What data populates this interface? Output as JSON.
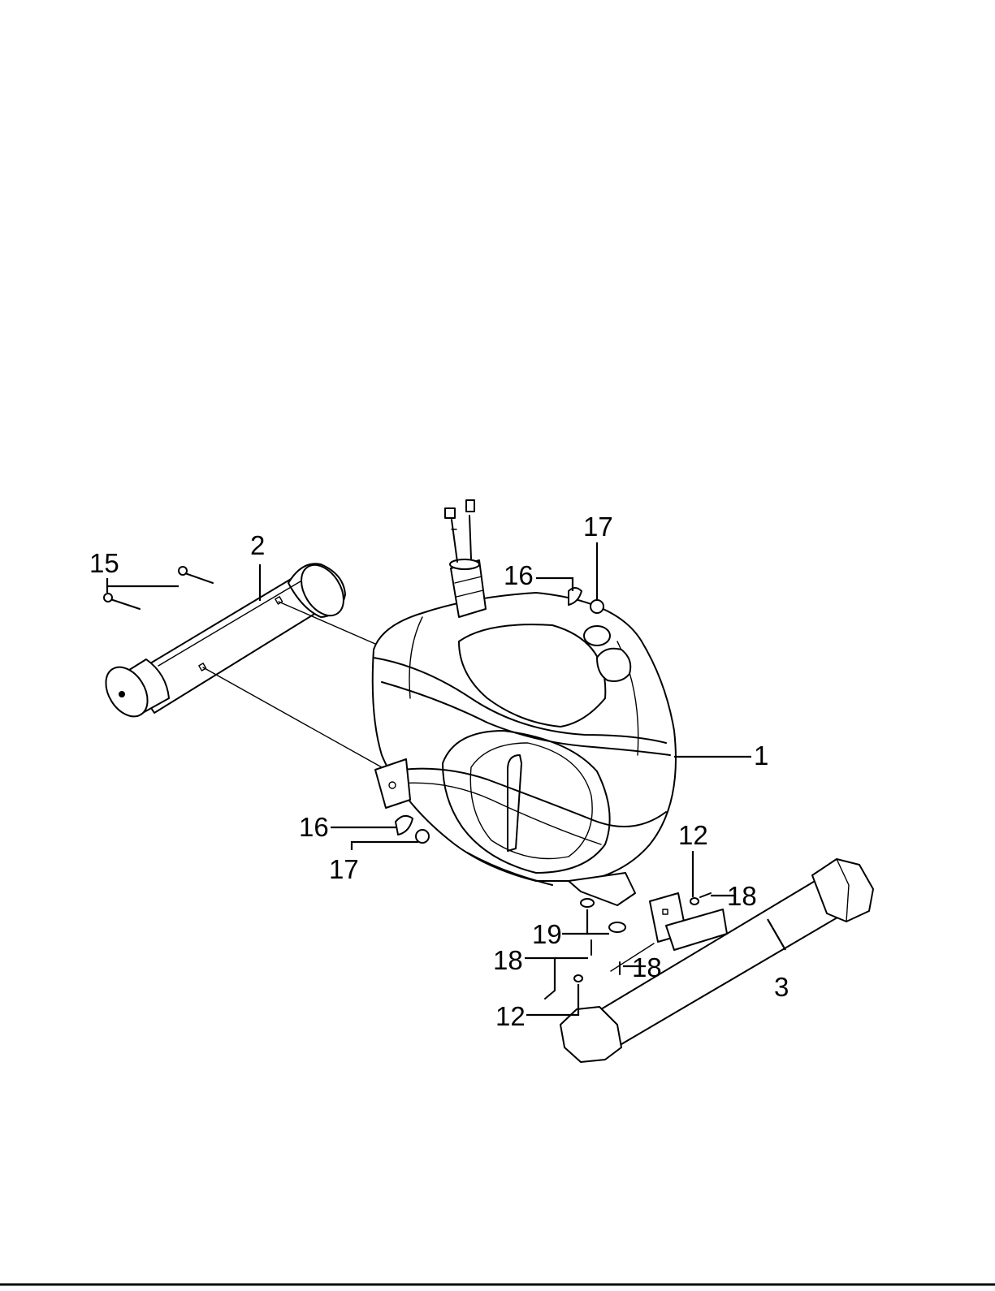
{
  "diagram": {
    "callouts": {
      "c1": "1",
      "c2": "2",
      "c3": "3",
      "c12a": "12",
      "c12b": "12",
      "c15": "15",
      "c16a": "16",
      "c16b": "16",
      "c17a": "17",
      "c17b": "17",
      "c18a": "18",
      "c18b": "18",
      "c18c": "18",
      "c19": "19"
    }
  }
}
